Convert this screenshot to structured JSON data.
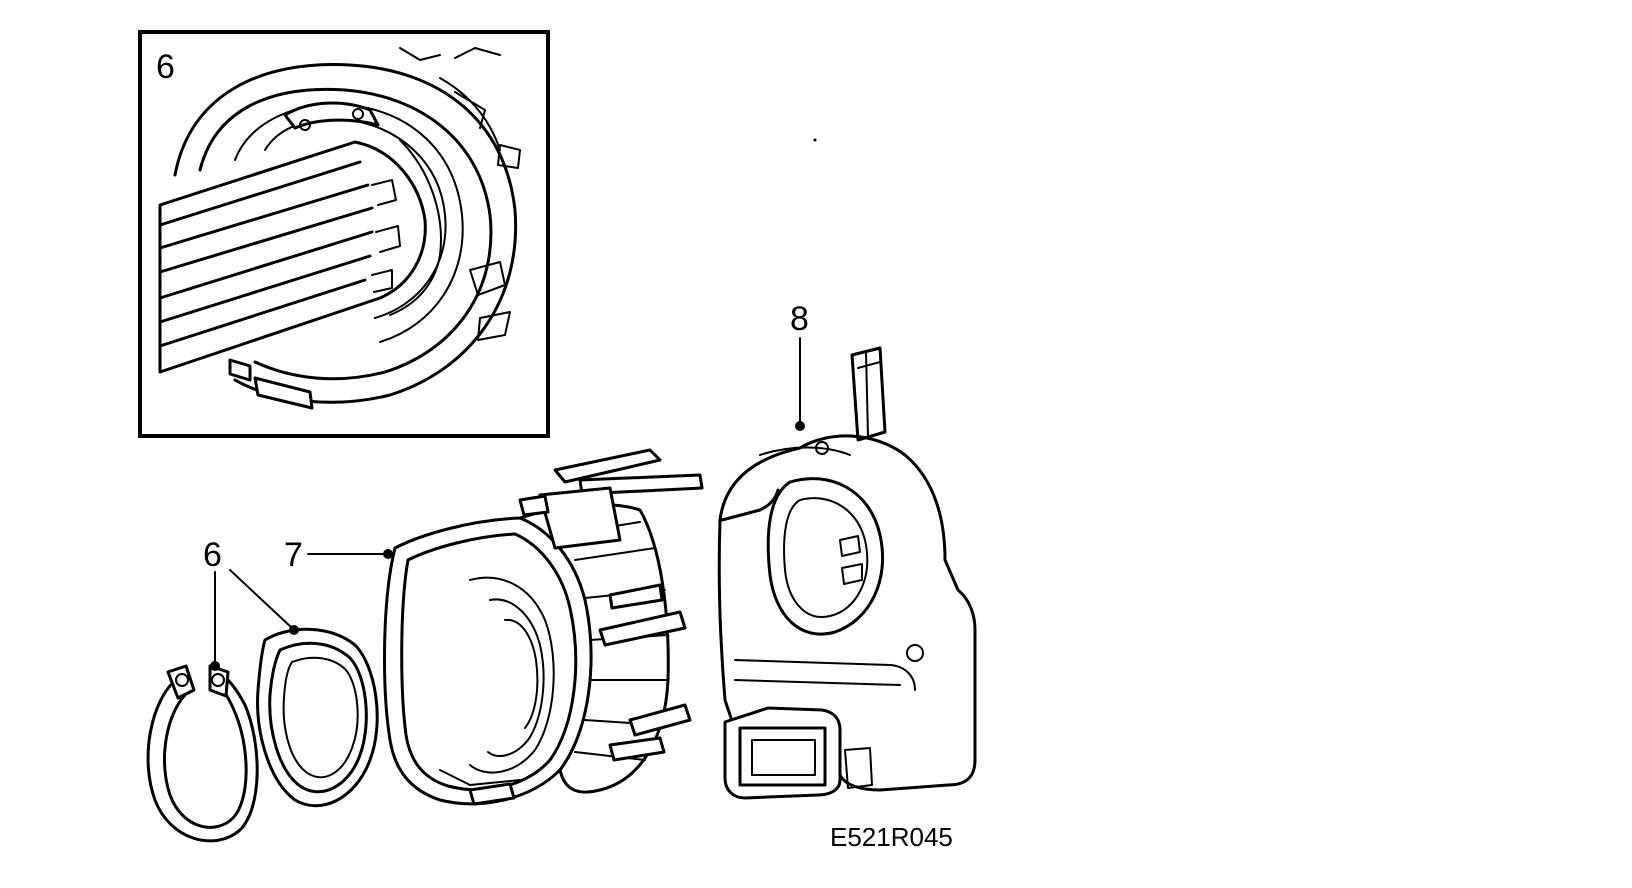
{
  "callouts": {
    "inset": "6",
    "item_6": "6",
    "item_7": "7",
    "item_8": "8"
  },
  "figure_code": "E521R045"
}
